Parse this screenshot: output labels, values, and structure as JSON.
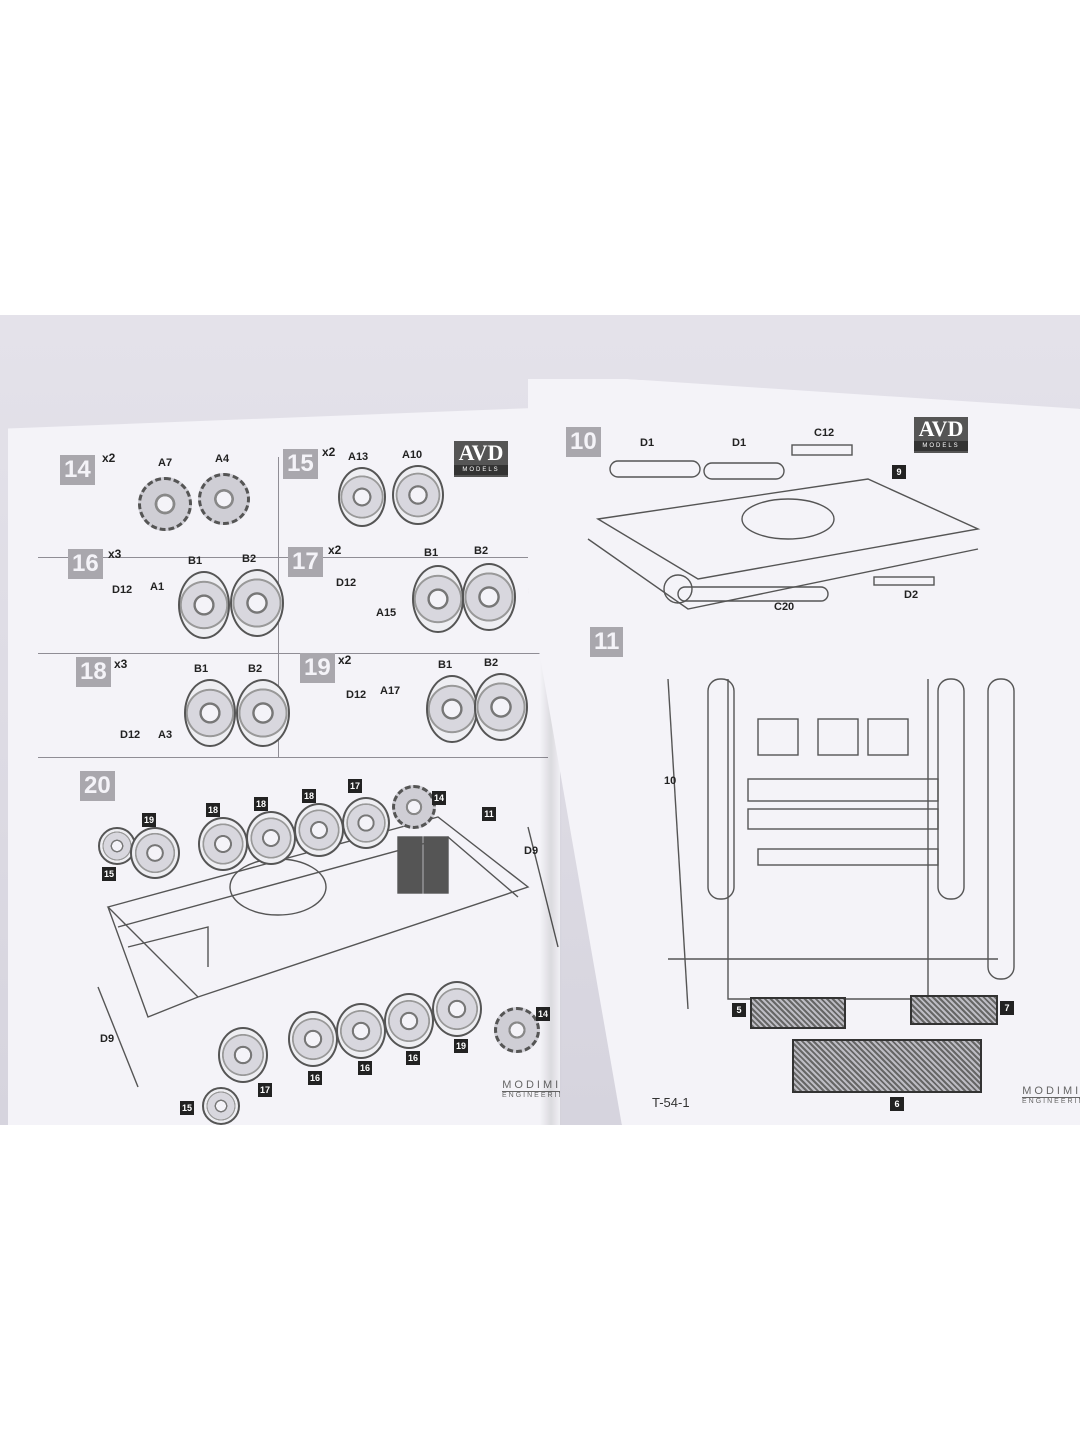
{
  "left_page": {
    "brand": {
      "main": "AVD",
      "sub": "MODELS"
    },
    "maker": {
      "line1": "MODIMIO",
      "line2": "ENGINEERING"
    },
    "steps": [
      {
        "num": "14",
        "mult": "x2",
        "parts": [
          "A7",
          "A4"
        ]
      },
      {
        "num": "15",
        "mult": "x2",
        "parts": [
          "A13",
          "A10"
        ]
      },
      {
        "num": "16",
        "mult": "x3",
        "parts": [
          "B1",
          "B2",
          "D12",
          "A1"
        ]
      },
      {
        "num": "17",
        "mult": "x2",
        "parts": [
          "B1",
          "B2",
          "D12",
          "A15"
        ]
      },
      {
        "num": "18",
        "mult": "x3",
        "parts": [
          "B1",
          "B2",
          "D12",
          "A3"
        ]
      },
      {
        "num": "19",
        "mult": "x2",
        "parts": [
          "B1",
          "B2",
          "D12",
          "A17"
        ]
      },
      {
        "num": "20",
        "mult": "",
        "parts": []
      }
    ],
    "step20_callouts": {
      "top": [
        "19",
        "18",
        "18",
        "18",
        "17",
        "14",
        "11"
      ],
      "side": [
        "15",
        "D9",
        "D9"
      ],
      "bottom": [
        "17",
        "16",
        "16",
        "16",
        "19",
        "14",
        "15"
      ]
    }
  },
  "right_page": {
    "brand": {
      "main": "AVD",
      "sub": "MODELS"
    },
    "maker": {
      "line1": "MODIMIO",
      "line2": "ENGINEERING"
    },
    "code": "T-54-1",
    "step10": {
      "num": "10",
      "parts": [
        "D1",
        "D1",
        "C12",
        "C20",
        "D2"
      ],
      "badge": "9"
    },
    "step11": {
      "num": "11",
      "label": "10",
      "badges": [
        "5",
        "7",
        "6"
      ]
    }
  }
}
